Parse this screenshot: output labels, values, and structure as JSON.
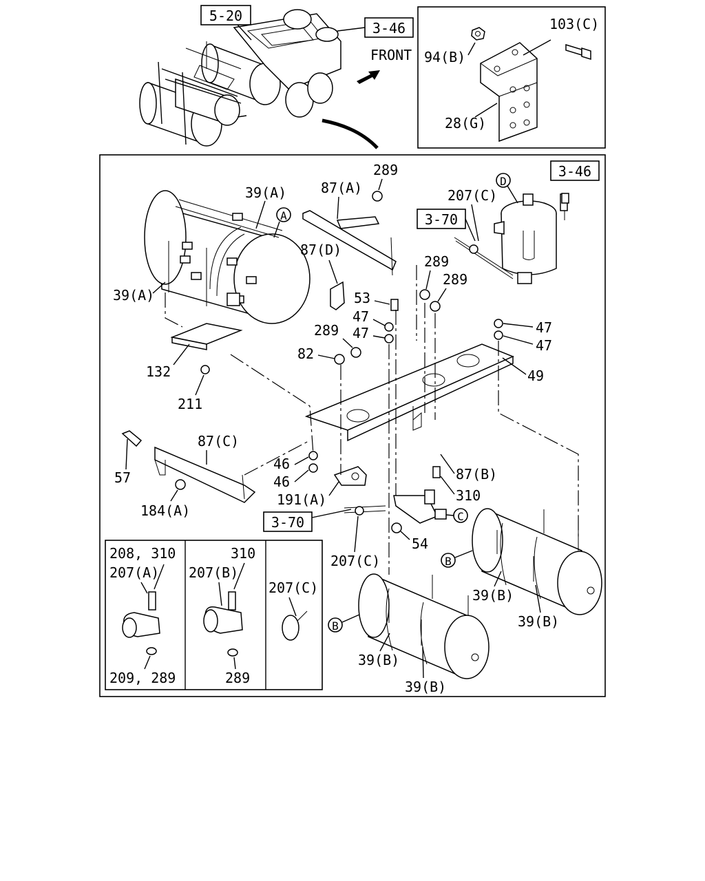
{
  "overview": {
    "ref_5_20": "5-20",
    "ref_3_46": "3-46",
    "front": "FRONT"
  },
  "inset_bracket": {
    "l_103c": "103(C)",
    "l_94b": "94(B)",
    "l_28g": "28(G)"
  },
  "main": {
    "ref_3_46": "3-46",
    "ref_3_70_top": "3-70",
    "ref_3_70_bottom": "3-70",
    "callouts": {
      "A": "A",
      "B1": "B",
      "B2": "B",
      "C": "C",
      "D": "D"
    },
    "labels": {
      "l_289_top": "289",
      "l_39a_top": "39(A)",
      "l_87a": "87(A)",
      "l_207c_top": "207(C)",
      "l_87d": "87(D)",
      "l_39a_left": "39(A)",
      "l_289_r1": "289",
      "l_289_r2": "289",
      "l_53": "53",
      "l_47_a": "47",
      "l_47_b": "47",
      "l_47_c": "47",
      "l_47_d": "47",
      "l_289_mid": "289",
      "l_82": "82",
      "l_49": "49",
      "l_132": "132",
      "l_211": "211",
      "l_87c": "87(C)",
      "l_46_a": "46",
      "l_46_b": "46",
      "l_57": "57",
      "l_87b": "87(B)",
      "l_310": "310",
      "l_191a": "191(A)",
      "l_184a": "184(A)",
      "l_54": "54",
      "l_207c_bot": "207(C)",
      "l_39b_1": "39(B)",
      "l_39b_2": "39(B)",
      "l_39b_3": "39(B)",
      "l_39b_4": "39(B)"
    }
  },
  "detail_boxes": {
    "box1_top": "208, 310",
    "box1_mid": "207(A)",
    "box1_bot": "209, 289",
    "box2_top": "310",
    "box2_mid": "207(B)",
    "box2_bot": "289",
    "box3_mid": "207(C)"
  }
}
